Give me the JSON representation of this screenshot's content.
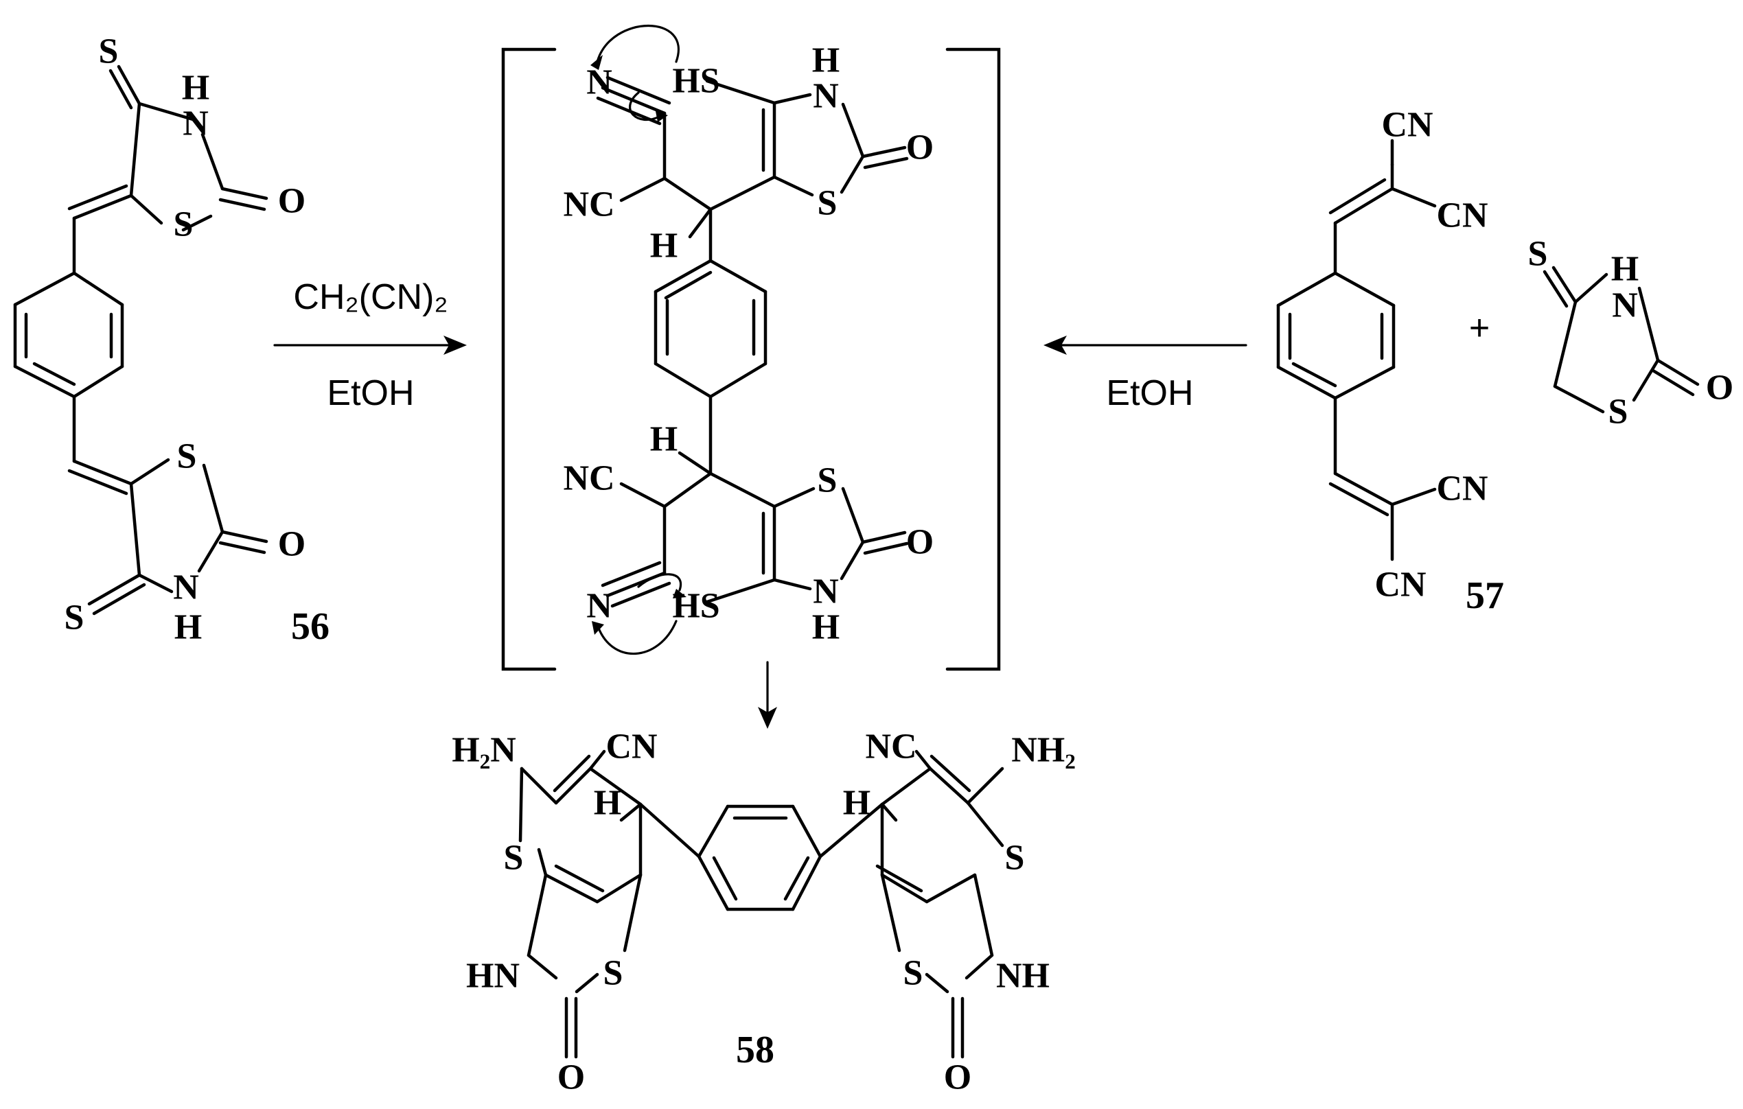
{
  "compounds": {
    "c56": "56",
    "c57": "57",
    "c58": "58"
  },
  "reagents": {
    "left_arrow_above": "CH₂(CN)₂",
    "left_arrow_below": "EtOH",
    "right_arrow_below": "EtOH",
    "plus_sign": "+"
  },
  "atoms": {
    "S": "S",
    "O": "O",
    "H": "H",
    "N": "N",
    "NH": "NH",
    "HN": "HN",
    "NC": "NC",
    "CN": "CN",
    "HS": "HS",
    "H2N": "H₂N",
    "NH2": "NH₂"
  }
}
